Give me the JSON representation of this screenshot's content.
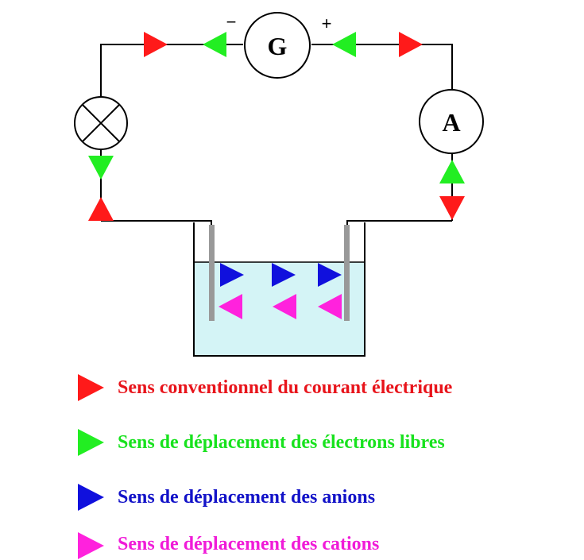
{
  "diagram": {
    "generator": {
      "label": "G",
      "minus": "−",
      "plus": "+"
    },
    "ammeter": {
      "label": "A"
    },
    "lamp": {
      "icon": "lamp-icon"
    },
    "colors": {
      "current": "#ff1a1a",
      "electrons": "#22ee22",
      "anions": "#1010dd",
      "cations": "#ff22dd",
      "electrolyte": "#d4f4f6",
      "electrode": "#999999",
      "wire": "#000000"
    }
  },
  "legend": {
    "items": [
      {
        "key": "current",
        "label": "Sens conventionnel du courant électrique",
        "color": "#e8141b"
      },
      {
        "key": "electrons",
        "label": "Sens de déplacement des électrons libres",
        "color": "#18e21e"
      },
      {
        "key": "anions",
        "label": "Sens de déplacement des anions",
        "color": "#1212c8"
      },
      {
        "key": "cations",
        "label": "Sens de déplacement des cations",
        "color": "#f01bd8"
      }
    ]
  }
}
